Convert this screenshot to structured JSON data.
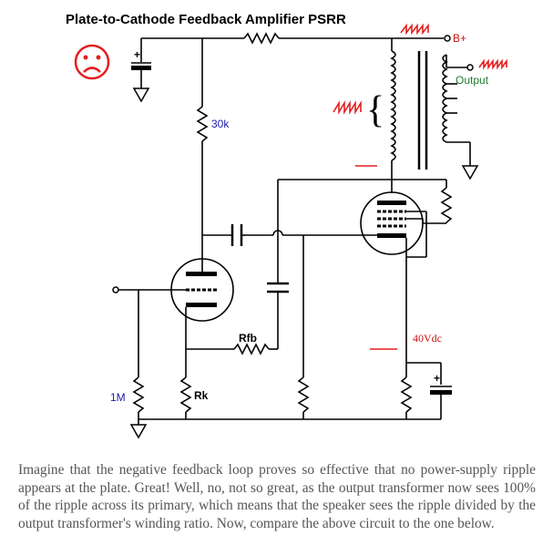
{
  "title": "Plate-to-Cathode Feedback Amplifier PSRR",
  "labels": {
    "bplus": "B+",
    "output": "Output",
    "r30k": "30k",
    "rfb": "Rfb",
    "r1m": "1M",
    "rk": "Rk",
    "v40": "40Vdc",
    "plus_top": "+",
    "plus_bottom": "+"
  },
  "colors": {
    "wire": "#000000",
    "ripple": "#e41f1f",
    "label_blue": "#1a1aa8",
    "label_green": "#1f7a2f",
    "label_red": "#cc1111",
    "caption": "#555555"
  },
  "icons": [
    "sad-face-icon",
    "ripple-waveform-icon",
    "ground-icon",
    "capacitor-icon",
    "resistor-icon",
    "tube-icon",
    "transformer-icon"
  ],
  "caption": "Imagine that the negative feedback loop proves so effective that no power-supply ripple appears at the plate. Great! Well, no, not so great, as the output transformer now sees 100% of the ripple across its primary, which means that the speaker sees the ripple divided by the output transformer's winding ratio. Now, compare the above circuit to the one below."
}
